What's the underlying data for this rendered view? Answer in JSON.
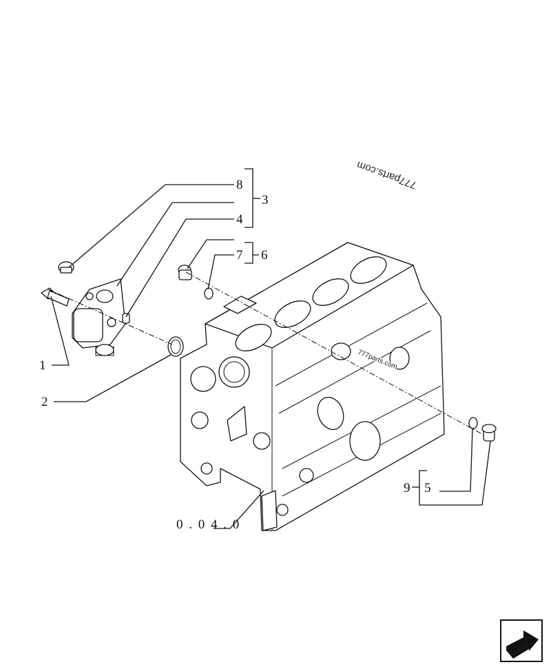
{
  "watermarks": [
    "777parts",
    "777parts.com",
    "777parts.com"
  ],
  "callouts": {
    "c8": "8",
    "c3": "3",
    "c4": "4",
    "c7": "7",
    "c6": "6",
    "c1": "1",
    "c2": "2",
    "c9": "9",
    "c5": "5"
  },
  "reference": "0 . 0 4 . 0",
  "nav": {
    "icon": "next-page-arrow-icon"
  }
}
